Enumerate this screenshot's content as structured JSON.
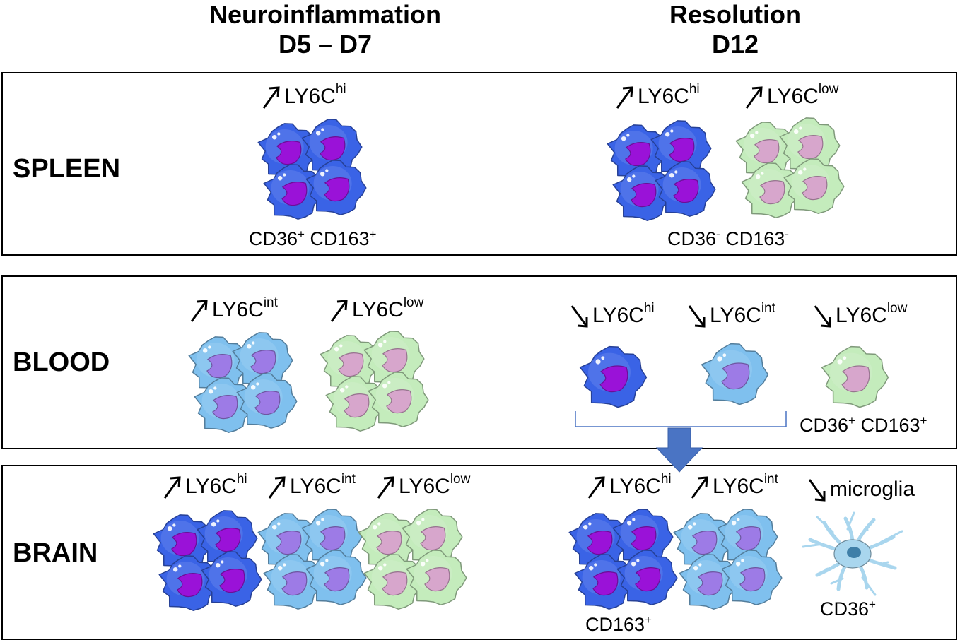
{
  "headers": {
    "left": {
      "line1": "Neuroinflammation",
      "line2": "D5 – D7"
    },
    "right": {
      "line1": "Resolution",
      "line2": "D12"
    }
  },
  "rows": {
    "spleen": {
      "label": "SPLEEN",
      "left": {
        "ly6c_hi": {
          "base": "LY6C",
          "sup": "hi"
        },
        "markers": {
          "a": "CD36",
          "a_sup": "+",
          "b": "CD163",
          "b_sup": "+"
        }
      },
      "right": {
        "ly6c_hi": {
          "base": "LY6C",
          "sup": "hi"
        },
        "ly6c_low": {
          "base": "LY6C",
          "sup": "low"
        },
        "markers": {
          "a": "CD36",
          "a_sup": "-",
          "b": "CD163",
          "b_sup": "-"
        }
      }
    },
    "blood": {
      "label": "BLOOD",
      "left": {
        "ly6c_int": {
          "base": "LY6C",
          "sup": "int"
        },
        "ly6c_low": {
          "base": "LY6C",
          "sup": "low"
        }
      },
      "right": {
        "ly6c_hi": {
          "base": "LY6C",
          "sup": "hi"
        },
        "ly6c_int": {
          "base": "LY6C",
          "sup": "int"
        },
        "ly6c_low": {
          "base": "LY6C",
          "sup": "low"
        },
        "markers": {
          "a": "CD36",
          "a_sup": "+",
          "b": "CD163",
          "b_sup": "+"
        }
      }
    },
    "brain": {
      "label": "BRAIN",
      "left": {
        "ly6c_hi": {
          "base": "LY6C",
          "sup": "hi"
        },
        "ly6c_int": {
          "base": "LY6C",
          "sup": "int"
        },
        "ly6c_low": {
          "base": "LY6C",
          "sup": "low"
        }
      },
      "right": {
        "ly6c_hi": {
          "base": "LY6C",
          "sup": "hi"
        },
        "ly6c_int": {
          "base": "LY6C",
          "sup": "int"
        },
        "microglia": "microglia",
        "cd163": {
          "text": "CD163",
          "sup": "+"
        },
        "cd36": {
          "text": "CD36",
          "sup": "+"
        }
      }
    }
  },
  "colors": {
    "ly6c_hi": {
      "body": "#3a63e6",
      "nucleus": "#9a12d8"
    },
    "ly6c_int": {
      "body": "#7fc0ee",
      "nucleus": "#9d7be6"
    },
    "ly6c_low": {
      "body": "#c4ecbc",
      "nucleus": "#d7a6cc"
    },
    "microglia": "#a9d6ee",
    "flow_arrow": "#4a74c4"
  }
}
